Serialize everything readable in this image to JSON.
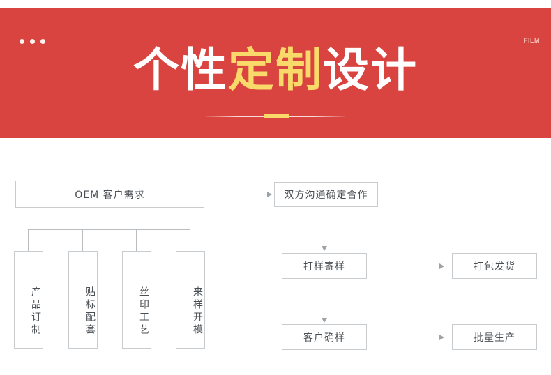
{
  "banner": {
    "dots_icon": "three-dots-icon",
    "corner_mark": "FILM",
    "title_part1": "个性",
    "title_highlight": "定制",
    "title_part2": "设计",
    "accent_color": "#f8d96a",
    "background_color": "#d94440"
  },
  "flowchart": {
    "nodes": {
      "oem_requirement": "OEM 客户需求",
      "mutual_cooperation": "双方沟通确定合作",
      "sample_making": "打样寄样",
      "packing_shipping": "打包发货",
      "customer_confirm": "客户确样",
      "mass_production": "批量生产",
      "branch_1": "产品订制",
      "branch_2": "贴标配套",
      "branch_3": "丝印工艺",
      "branch_4": "来样开模"
    },
    "border_color": "#c9ccce",
    "text_color": "#4a4f54"
  }
}
